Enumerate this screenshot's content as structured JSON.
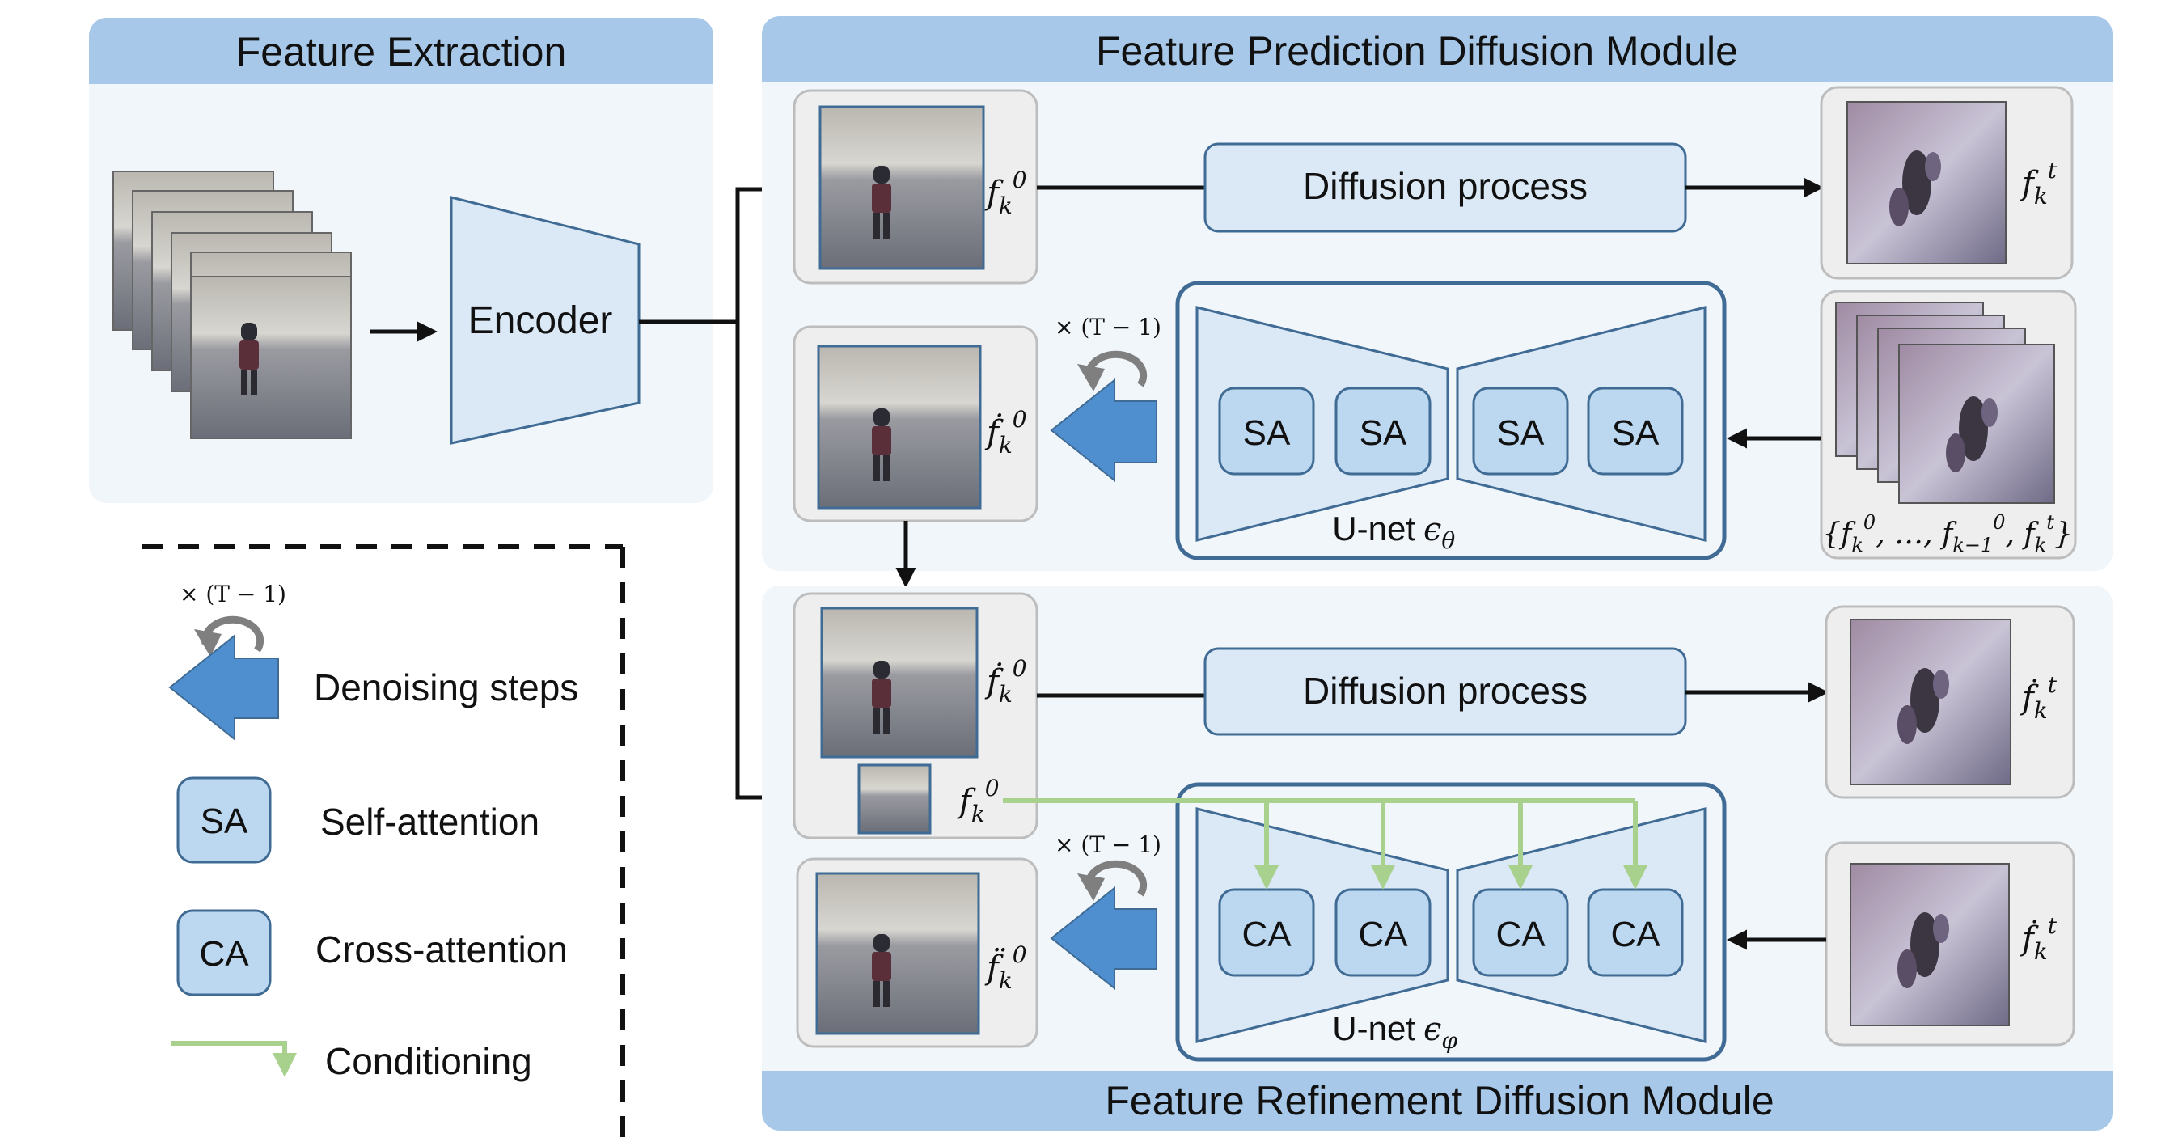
{
  "panels": {
    "extraction_title": "Feature Extraction",
    "prediction_title": "Feature Prediction Diffusion Module",
    "refinement_title": "Feature Refinement Diffusion Module"
  },
  "encoder_label": "Encoder",
  "prediction": {
    "diffusion_label": "Diffusion process",
    "unet_label": "U-net",
    "unet_symbol": "ϵθ",
    "blocks": [
      "SA",
      "SA",
      "SA",
      "SA"
    ],
    "repeat_label": "× (T − 1)",
    "input_feature": "fk0",
    "noisy_feature": "fkt",
    "output_feature": "ḟk0",
    "condition_set": "{fk0, …, fk−10, fkt}"
  },
  "refinement": {
    "diffusion_label": "Diffusion process",
    "unet_label": "U-net",
    "unet_symbol": "ϵφ",
    "blocks": [
      "CA",
      "CA",
      "CA",
      "CA"
    ],
    "repeat_label": "× (T − 1)",
    "input_feature": "ḟk0",
    "condition_feature": "fk0",
    "noisy_feature": "ḟkt",
    "output_feature": "f̈k0"
  },
  "legend": {
    "repeat_label": "× (T − 1)",
    "denoising_label": "Denoising steps",
    "sa_box": "SA",
    "sa_label": "Self-attention",
    "ca_box": "CA",
    "ca_label": "Cross-attention",
    "conditioning_label": "Conditioning"
  },
  "colors": {
    "panel_header": "#a7c8e8",
    "panel_bg": "#f1f6fb",
    "unet_border": "#3f6b94",
    "block_fill": "#bcd7f0",
    "arrow_blue": "#4f8fd0",
    "conditioning_green": "#a9d18e"
  }
}
